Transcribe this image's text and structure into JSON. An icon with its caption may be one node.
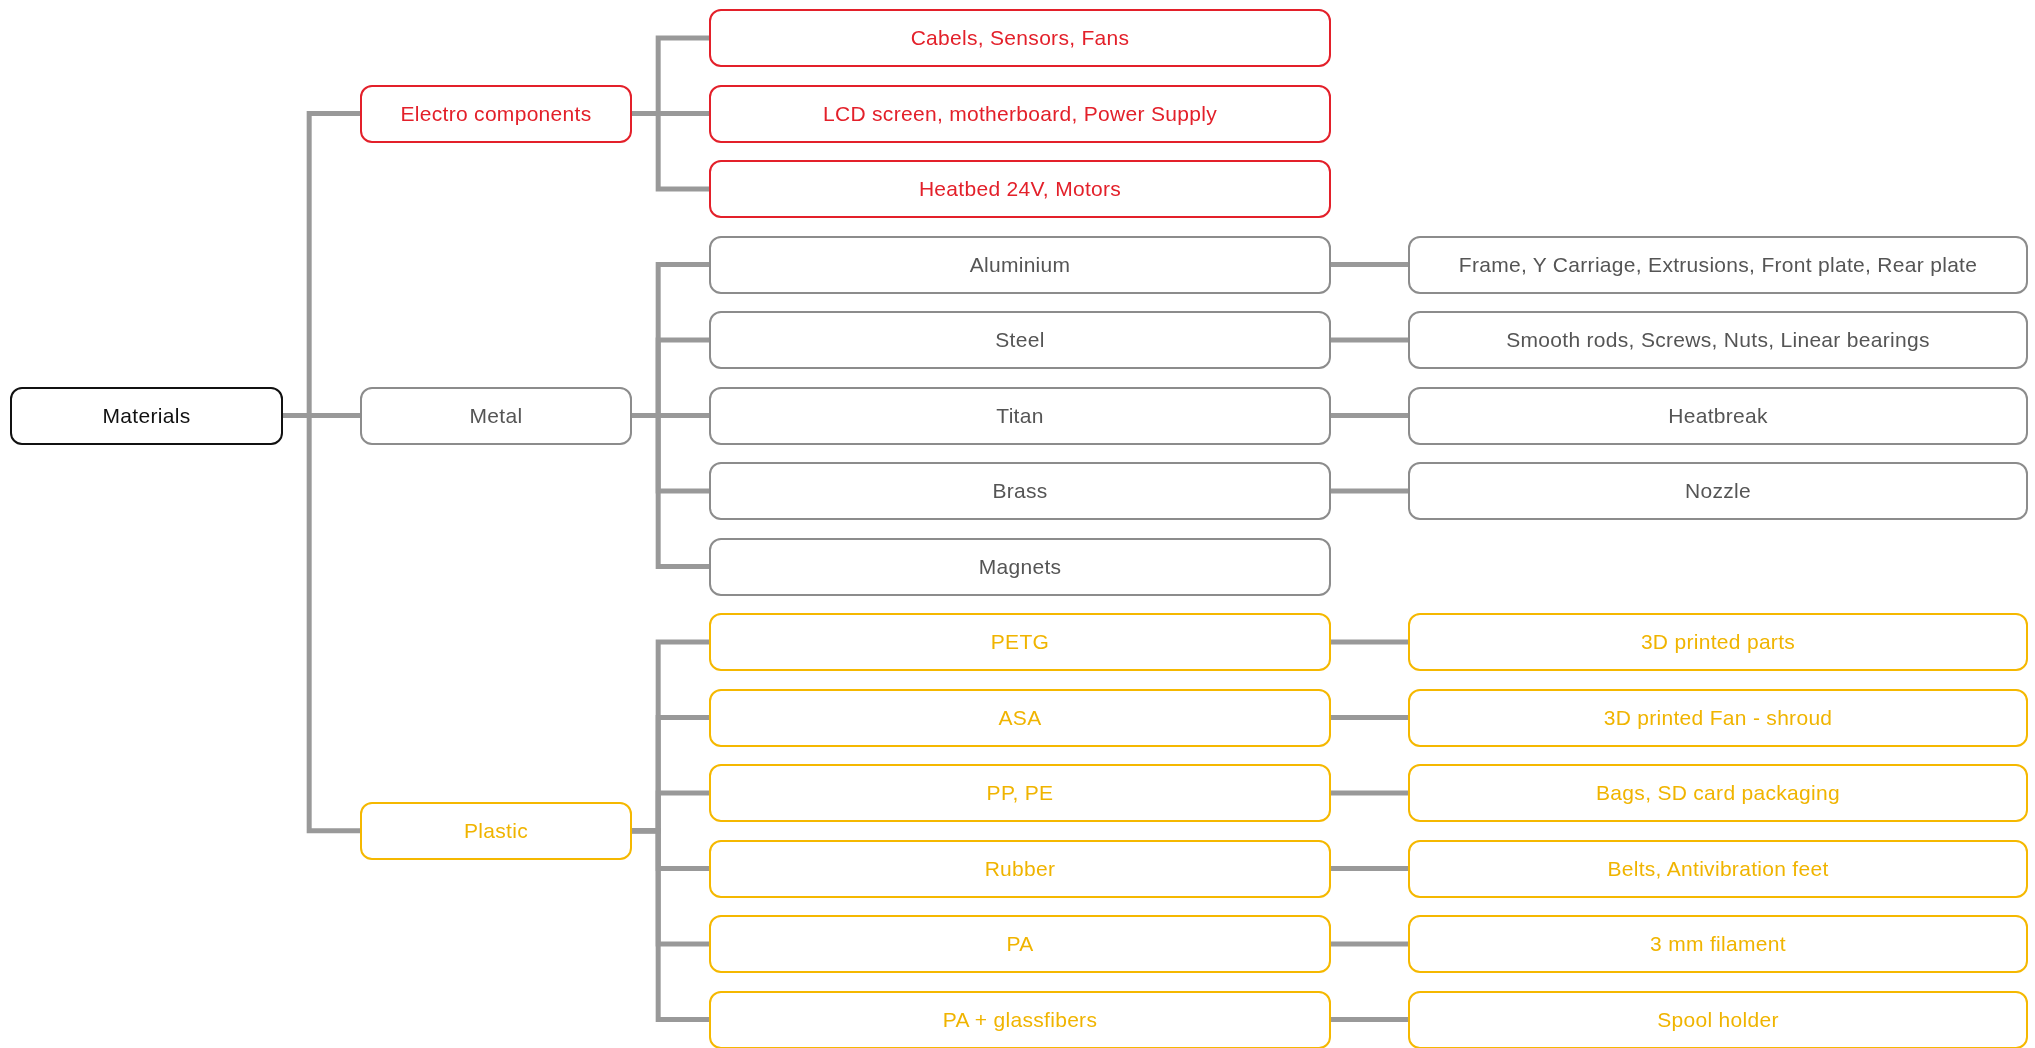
{
  "diagram": {
    "nodes": [
      {
        "text": [
          "Materials"
        ]
      },
      {
        "text": [
          "Electro components"
        ]
      },
      {
        "text": [
          "Cabels, Sensors, Fans"
        ]
      },
      {
        "text": [
          "LCD screen, motherboard, Power Supply"
        ]
      },
      {
        "text": [
          "Heatbed 24V, Motors"
        ]
      },
      {
        "text": [
          "Metal"
        ]
      },
      {
        "text": [
          "Aluminium"
        ]
      },
      {
        "text": [
          "Frame, Y Carriage, Extrusions, Front plate, Rear plate"
        ]
      },
      {
        "text": [
          "Steel"
        ]
      },
      {
        "text": [
          "Smooth rods, Screws, Nuts, Linear bearings"
        ]
      },
      {
        "text": [
          "Titan"
        ]
      },
      {
        "text": [
          "Heatbreak"
        ]
      },
      {
        "text": [
          "Brass"
        ]
      },
      {
        "text": [
          "Nozzle"
        ]
      },
      {
        "text": [
          "Magnets"
        ]
      },
      {
        "text": [
          "Plastic"
        ]
      },
      {
        "text": [
          "PETG"
        ]
      },
      {
        "text": [
          "3D printed parts"
        ]
      },
      {
        "text": [
          "ASA"
        ]
      },
      {
        "text": [
          "3D printed Fan - shroud"
        ]
      },
      {
        "text": [
          "PP, PE"
        ]
      },
      {
        "text": [
          "Bags, SD card packaging"
        ]
      },
      {
        "text": [
          "Rubber"
        ]
      },
      {
        "text": [
          "Belts, Antivibration feet"
        ]
      },
      {
        "text": [
          "PA"
        ]
      },
      {
        "text": [
          "3 mm filament"
        ]
      },
      {
        "text": [
          "PA + glassfibers"
        ]
      },
      {
        "text": [
          "Spool holder"
        ]
      }
    ],
    "edges": [
      {
        "from": 0,
        "to": 1,
        "arrow": "none"
      },
      {
        "from": 0,
        "to": 5,
        "arrow": "none"
      },
      {
        "from": 0,
        "to": 15,
        "arrow": "none"
      },
      {
        "from": 1,
        "to": 2,
        "arrow": "none"
      },
      {
        "from": 1,
        "to": 3,
        "arrow": "none"
      },
      {
        "from": 1,
        "to": 4,
        "arrow": "none"
      },
      {
        "from": 5,
        "to": 6,
        "arrow": "none"
      },
      {
        "from": 5,
        "to": 8,
        "arrow": "none"
      },
      {
        "from": 5,
        "to": 10,
        "arrow": "none"
      },
      {
        "from": 5,
        "to": 12,
        "arrow": "none"
      },
      {
        "from": 5,
        "to": 14,
        "arrow": "none"
      },
      {
        "from": 15,
        "to": 16,
        "arrow": "none"
      },
      {
        "from": 15,
        "to": 18,
        "arrow": "none"
      },
      {
        "from": 15,
        "to": 20,
        "arrow": "none"
      },
      {
        "from": 15,
        "to": 22,
        "arrow": "none"
      },
      {
        "from": 15,
        "to": 24,
        "arrow": "none"
      },
      {
        "from": 15,
        "to": 26,
        "arrow": "none"
      },
      {
        "from": 6,
        "to": 7,
        "arrow": "none"
      },
      {
        "from": 8,
        "to": 9,
        "arrow": "none"
      },
      {
        "from": 10,
        "to": 11,
        "arrow": "none"
      },
      {
        "from": 12,
        "to": 13,
        "arrow": "none"
      },
      {
        "from": 16,
        "to": 17,
        "arrow": "none"
      },
      {
        "from": 18,
        "to": 19,
        "arrow": "none"
      },
      {
        "from": 20,
        "to": 21,
        "arrow": "none"
      },
      {
        "from": 22,
        "to": 23,
        "arrow": "none"
      },
      {
        "from": 24,
        "to": 25,
        "arrow": "none"
      },
      {
        "from": 26,
        "to": 27,
        "arrow": "none"
      }
    ]
  }
}
